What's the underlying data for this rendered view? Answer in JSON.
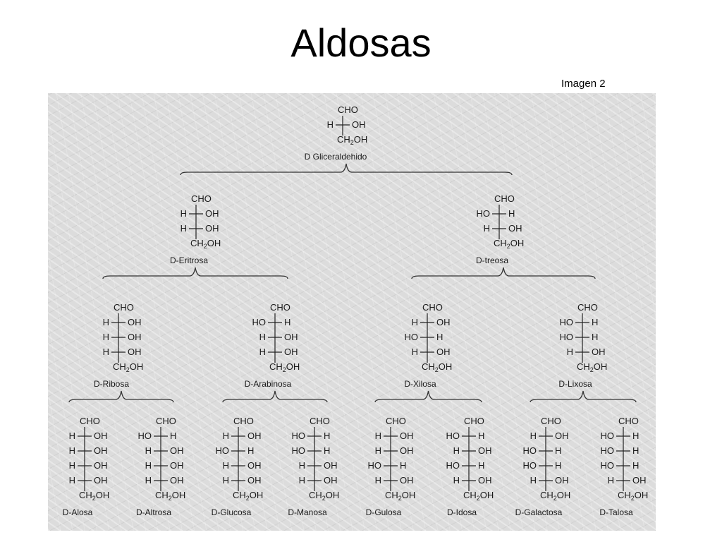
{
  "title": "Aldosas",
  "caption": "Imagen 2",
  "tree": {
    "name": "D Gliceraldehido",
    "rows": [
      "H-OH"
    ],
    "children": [
      {
        "name": "D-Eritrosa",
        "rows": [
          "H-OH",
          "H-OH"
        ],
        "children": [
          {
            "name": "D-Ribosa",
            "rows": [
              "H-OH",
              "H-OH",
              "H-OH"
            ],
            "children": [
              {
                "name": "D-Alosa",
                "rows": [
                  "H-OH",
                  "H-OH",
                  "H-OH",
                  "H-OH"
                ]
              },
              {
                "name": "D-Altrosa",
                "rows": [
                  "HO-H",
                  "H-OH",
                  "H-OH",
                  "H-OH"
                ]
              }
            ]
          },
          {
            "name": "D-Arabinosa",
            "rows": [
              "HO-H",
              "H-OH",
              "H-OH"
            ],
            "children": [
              {
                "name": "D-Glucosa",
                "rows": [
                  "H-OH",
                  "HO-H",
                  "H-OH",
                  "H-OH"
                ]
              },
              {
                "name": "D-Manosa",
                "rows": [
                  "HO-H",
                  "HO-H",
                  "H-OH",
                  "H-OH"
                ]
              }
            ]
          }
        ]
      },
      {
        "name": "D-treosa",
        "rows": [
          "HO-H",
          "H-OH"
        ],
        "children": [
          {
            "name": "D-Xilosa",
            "rows": [
              "H-OH",
              "HO-H",
              "H-OH"
            ],
            "children": [
              {
                "name": "D-Gulosa",
                "rows": [
                  "H-OH",
                  "H-OH",
                  "HO-H",
                  "H-OH"
                ]
              },
              {
                "name": "D-Idosa",
                "rows": [
                  "HO-H",
                  "H-OH",
                  "HO-H",
                  "H-OH"
                ]
              }
            ]
          },
          {
            "name": "D-Lixosa",
            "rows": [
              "HO-H",
              "HO-H",
              "H-OH"
            ],
            "children": [
              {
                "name": "D-Galactosa",
                "rows": [
                  "H-OH",
                  "HO-H",
                  "HO-H",
                  "H-OH"
                ]
              },
              {
                "name": "D-Talosa",
                "rows": [
                  "HO-H",
                  "HO-H",
                  "HO-H",
                  "H-OH"
                ]
              }
            ]
          }
        ]
      }
    ]
  }
}
